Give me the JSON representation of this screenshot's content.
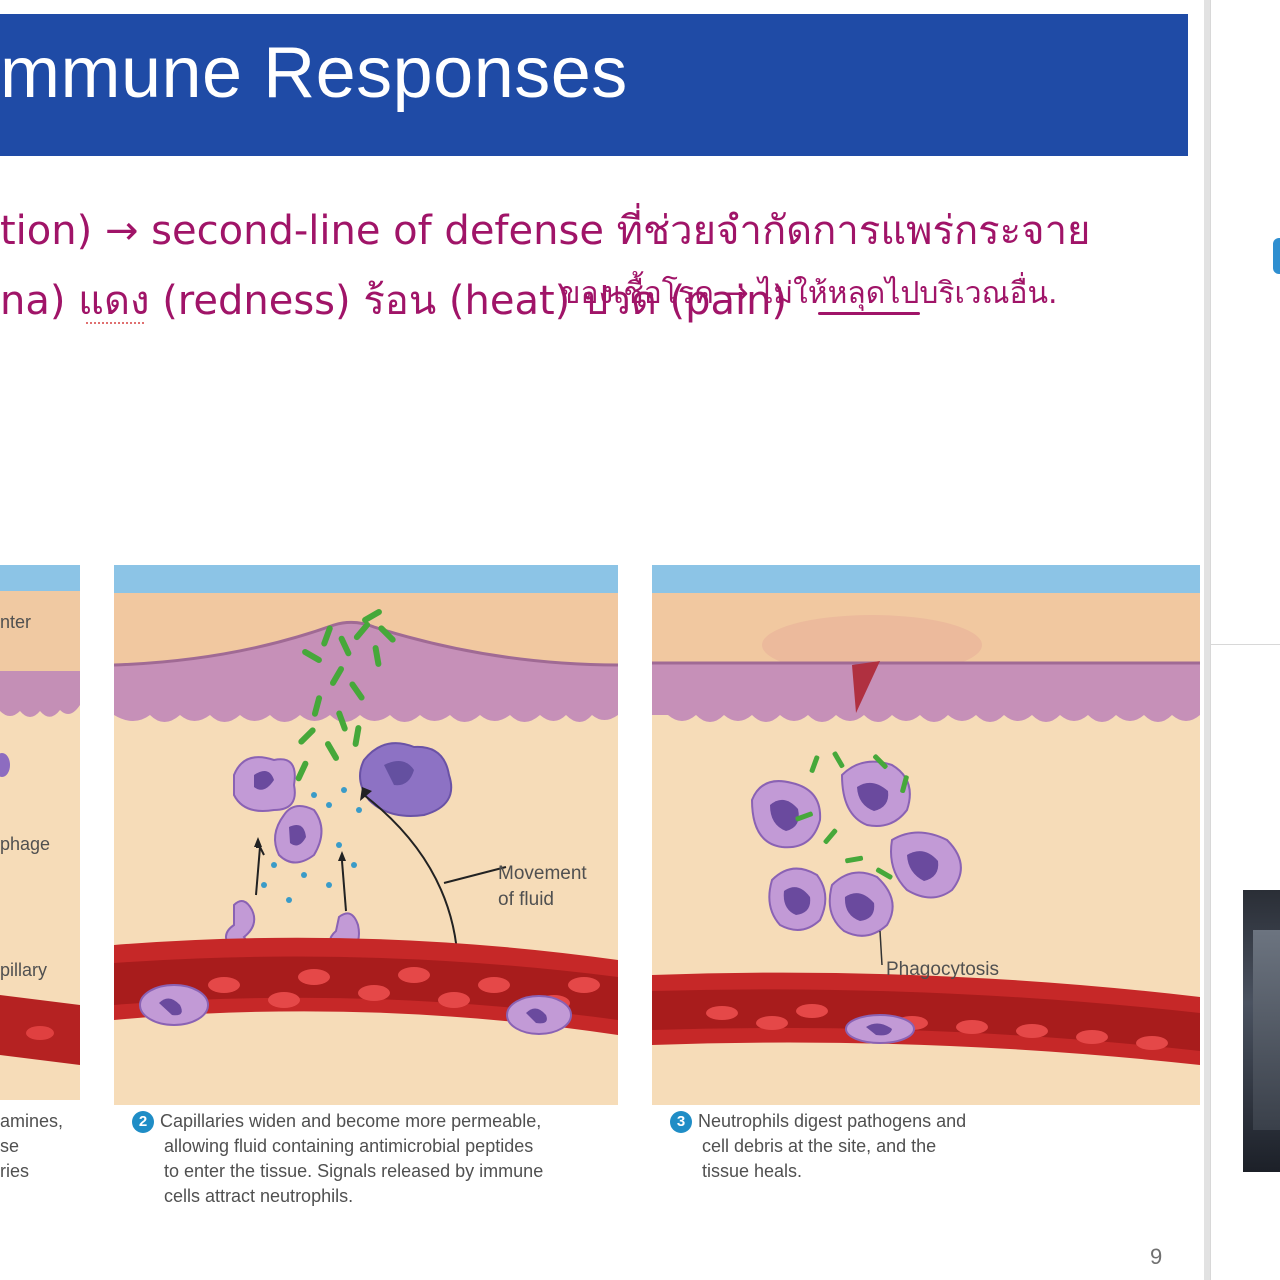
{
  "slide": {
    "title": "mmune Responses",
    "page_number": "9"
  },
  "handwriting": {
    "line1": "tion) → second-line of defense ที่ช่วยจำกัดการแพร่กระจาย",
    "line2": "na) แดง (redness) ร้อน (heat) ปวด (pain)",
    "line3": "ของเชื้อโรค → ไม่ให้หลุดไปบริเวณอื่น.",
    "line4": ""
  },
  "figures": [
    {
      "id": "step-1",
      "labels": [
        "nter",
        "phage",
        "pillary"
      ],
      "caption_lines": [
        "amines,",
        "se",
        "ries"
      ]
    },
    {
      "id": "step-2",
      "number": "2",
      "labels": [
        "Movement",
        "of fluid"
      ],
      "caption_lines": [
        "Capillaries widen and become more permeable,",
        "allowing fluid containing antimicrobial peptides",
        "to enter the tissue. Signals released by immune",
        "cells attract neutrophils."
      ]
    },
    {
      "id": "step-3",
      "number": "3",
      "labels": [
        "Phagocytosis"
      ],
      "caption_lines": [
        "Neutrophils digest pathogens and",
        "cell debris at the site, and the",
        "tissue heals."
      ]
    }
  ],
  "colors": {
    "title_bar": "#1f4ba6",
    "handwriting": "#a01468",
    "step_badge": "#1f8dc6"
  },
  "side_panel": {
    "icons": [
      "app-tab-icon",
      "video-thumbnail"
    ]
  }
}
